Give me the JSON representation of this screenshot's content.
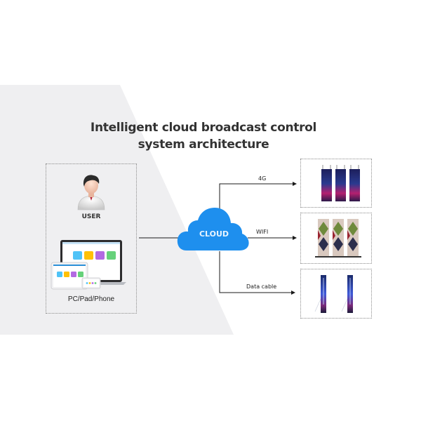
{
  "diagram": {
    "title_line1": "Intelligent cloud broadcast control",
    "title_line2": "system architecture",
    "client": {
      "user_label": "USER",
      "devices_label": "PC/Pad/Phone",
      "app_tile_colors": [
        "#4fc3f7",
        "#ffc107",
        "#b36ae2",
        "#66d17a"
      ]
    },
    "hub": {
      "label": "CLOUD",
      "color": "#1e8fee"
    },
    "connections": [
      {
        "label": "4G",
        "target": "hanging-led-poster-screens",
        "count": 3
      },
      {
        "label": "WIFI",
        "target": "floor-standing-led-poster-screens",
        "count": 3
      },
      {
        "label": "Data cable",
        "target": "easel-led-poster-screens",
        "count": 2
      }
    ],
    "colors": {
      "background_panel": "#efeff1",
      "line": "#1a1a1a",
      "dotted_border": "#8a8a8a",
      "title": "#333333"
    }
  }
}
